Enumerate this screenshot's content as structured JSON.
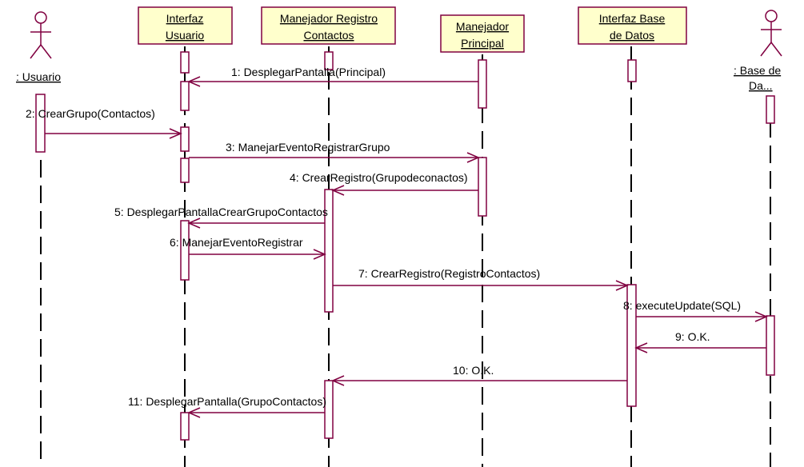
{
  "actors": [
    {
      "id": "usuario",
      "label": ": Usuario",
      "icon": "stick-figure-icon"
    },
    {
      "id": "base-datos-actor",
      "label": ": Base de Da...",
      "icon": "stick-figure-icon"
    }
  ],
  "objects": [
    {
      "id": "interfaz-usuario",
      "lines": [
        "Interfaz",
        "Usuario"
      ]
    },
    {
      "id": "manejador-registro-contactos",
      "lines": [
        "Manejador Registro",
        "Contactos"
      ]
    },
    {
      "id": "manejador-principal",
      "lines": [
        "Manejador",
        "Principal"
      ]
    },
    {
      "id": "interfaz-base-datos",
      "lines": [
        "Interfaz   Base",
        "de Datos"
      ]
    }
  ],
  "messages": [
    {
      "label": "1: DesplegarPantalla(Principal)"
    },
    {
      "label": "2: CrearGrupo(Contactos)"
    },
    {
      "label": "3: ManejarEventoRegistrarGrupo"
    },
    {
      "label": "4: CrearRegistro(Grupodeconactos)"
    },
    {
      "label": "5: DesplegarPantallaCrearGrupoContactos"
    },
    {
      "label": "6: ManejarEventoRegistrar"
    },
    {
      "label": "7: CrearRegistro(RegistroContactos)"
    },
    {
      "label": "8: executeUpdate(SQL)"
    },
    {
      "label": "9: O.K."
    },
    {
      "label": "10: O.K."
    },
    {
      "label": "11: DesplegarPantalla(GrupoContactos)"
    }
  ],
  "colors": {
    "object_fill": "#ffffcc",
    "object_border": "#800040",
    "arrow": "#800040",
    "lifeline": "#000000",
    "activation_border": "#800040",
    "actor_stroke": "#800040"
  }
}
